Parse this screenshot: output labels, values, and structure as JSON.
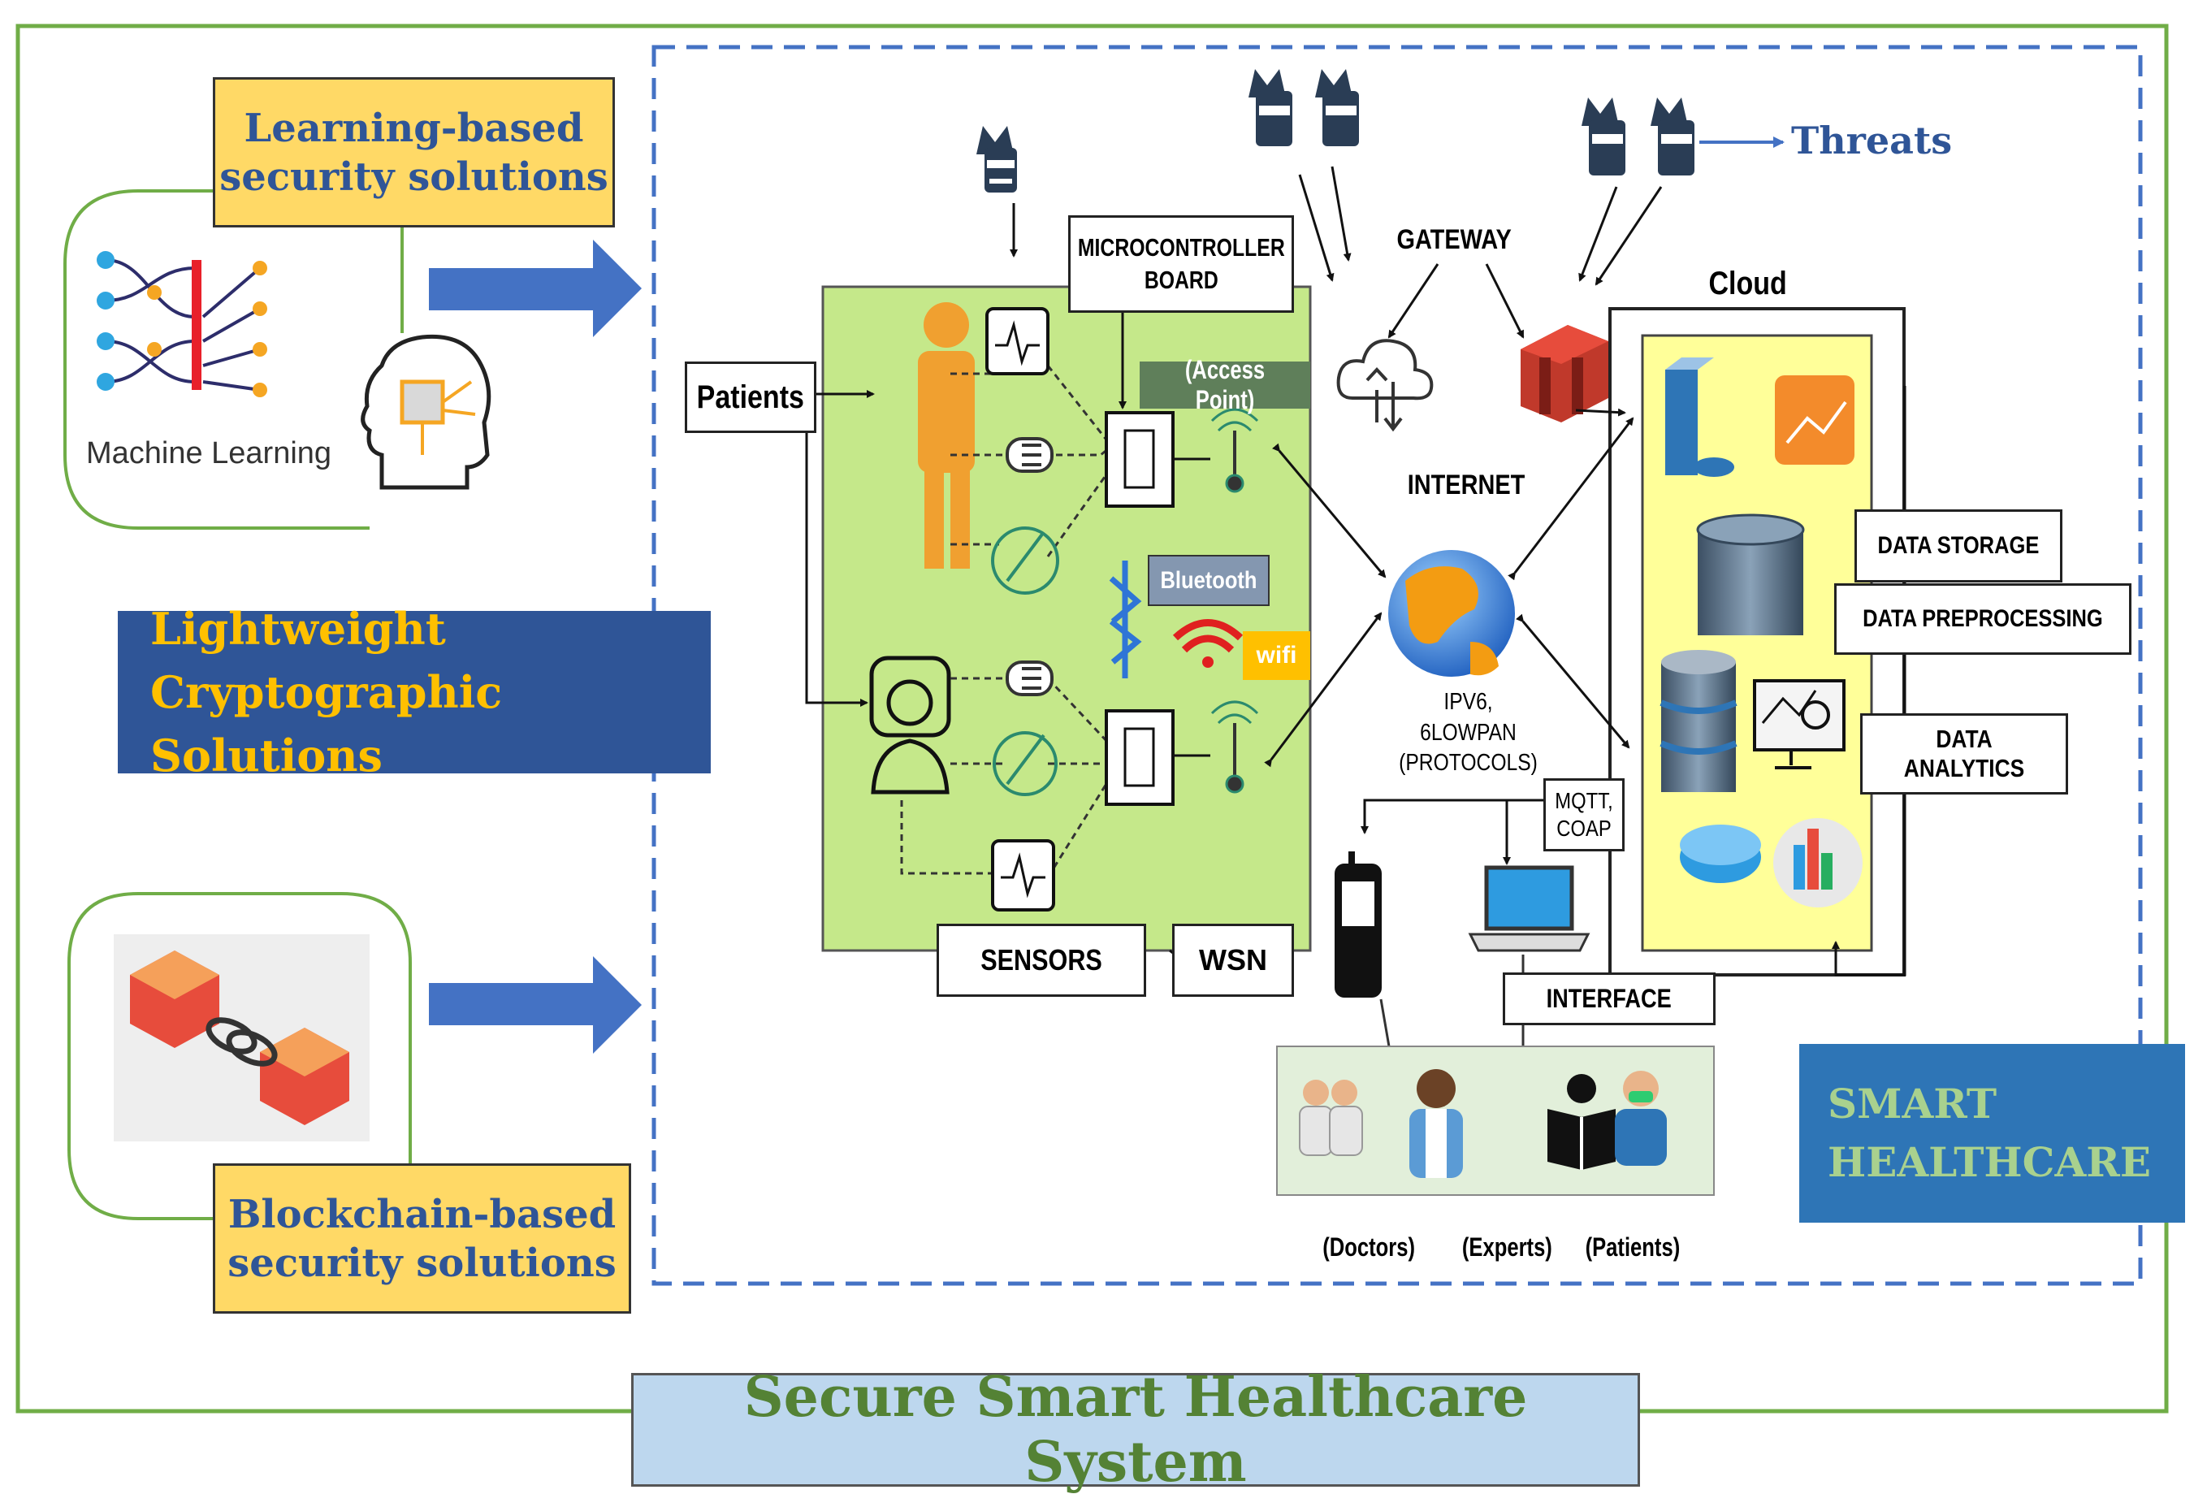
{
  "title": "Secure Smart Healthcare System",
  "left": {
    "learning_label": "Learning-based security solutions",
    "ml_caption": "Machine Learning",
    "lightweight_label": "Lightweight Cryptographic Solutions",
    "blockchain_label": "Blockchain-based security solutions"
  },
  "diagram": {
    "threats": "Threats",
    "patients": "Patients",
    "microcontroller": "MICROCONTROLLER BOARD",
    "access_point": "(Access Point)",
    "bluetooth": "Bluetooth",
    "wifi": "wifi",
    "sensors": "SENSORS",
    "wsn": "WSN",
    "gateway": "GATEWAY",
    "internet": "INTERNET",
    "protocols": "IPV6, 6LOWPAN (PROTOCOLS)",
    "mqtt": "MQTT, COAP",
    "cloud": "Cloud",
    "data_storage": "DATA STORAGE",
    "data_preprocessing": "DATA PREPROCESSING",
    "data_analytics": "DATA ANALYTICS",
    "interface": "INTERFACE",
    "doctors": "(Doctors)",
    "experts": "(Experts)",
    "patients_user": "(Patients)",
    "smart_healthcare": "SMART HEALTHCARE"
  },
  "colors": {
    "frame_green": "#70ad47",
    "title_bg": "#bdd7ee",
    "title_text": "#548235",
    "label_yellow": "#ffd966",
    "navy_box": "#2f5597",
    "navy_text": "#ffc000",
    "dash_blue": "#4472c4",
    "wsn_green": "#c5e88a",
    "cloud_yellow": "#ffff99",
    "smart_box": "#2e75b6",
    "smart_text": "#a9d18e"
  }
}
